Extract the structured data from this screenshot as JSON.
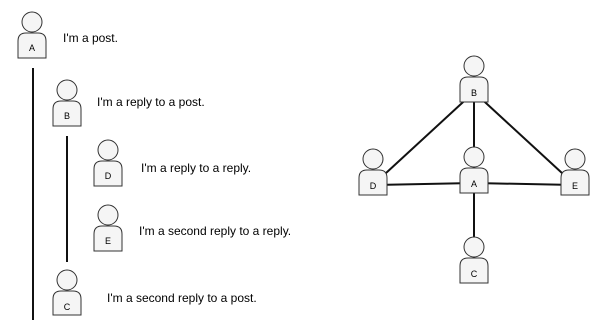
{
  "thread": {
    "posts": [
      {
        "id": "post-a",
        "label": "A",
        "text": "I'm a post."
      },
      {
        "id": "reply-b",
        "label": "B",
        "text": "I'm a reply to a post."
      },
      {
        "id": "reply-d",
        "label": "D",
        "text": "I'm a reply to a reply."
      },
      {
        "id": "reply-e",
        "label": "E",
        "text": "I'm a second reply to a reply."
      },
      {
        "id": "reply-c",
        "label": "C",
        "text": "I'm a second reply to a post."
      }
    ]
  },
  "graph": {
    "nodes": [
      "A",
      "B",
      "C",
      "D",
      "E"
    ],
    "edges": [
      [
        "B",
        "D"
      ],
      [
        "B",
        "A"
      ],
      [
        "B",
        "E"
      ],
      [
        "D",
        "A"
      ],
      [
        "A",
        "E"
      ],
      [
        "A",
        "C"
      ]
    ]
  },
  "colors": {
    "node_fill": "#f5f5f5",
    "stroke": "#333333",
    "line": "#111111"
  }
}
